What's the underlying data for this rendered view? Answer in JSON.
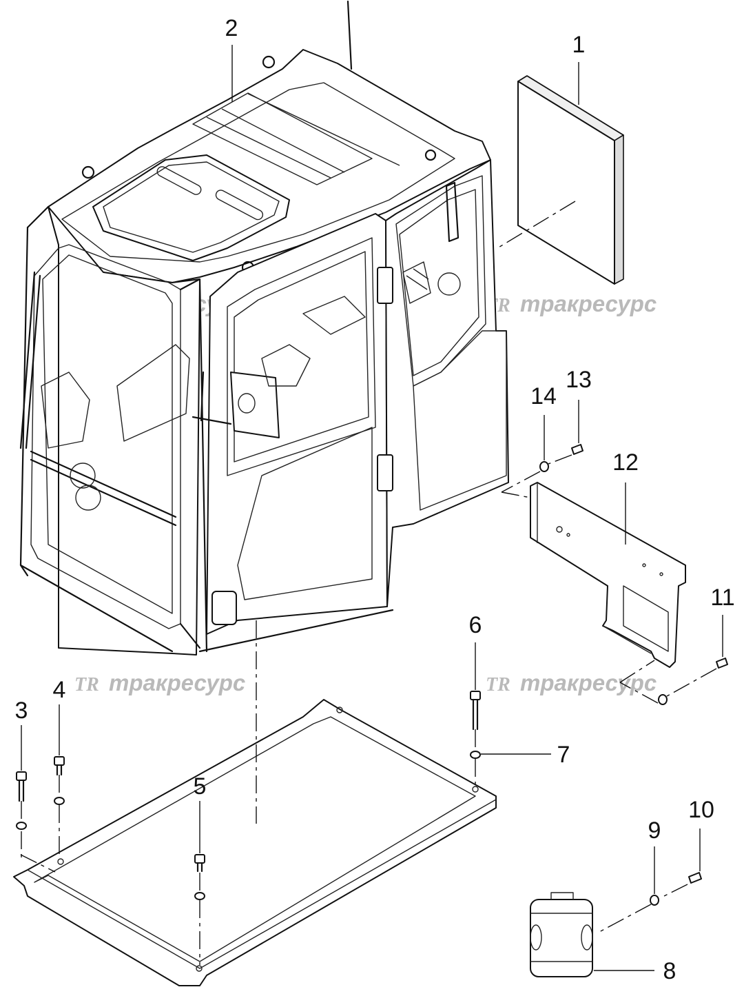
{
  "diagram": {
    "callouts": [
      {
        "id": "1",
        "label": "1"
      },
      {
        "id": "2",
        "label": "2"
      },
      {
        "id": "3",
        "label": "3"
      },
      {
        "id": "4",
        "label": "4"
      },
      {
        "id": "5",
        "label": "5"
      },
      {
        "id": "6",
        "label": "6"
      },
      {
        "id": "7",
        "label": "7"
      },
      {
        "id": "8",
        "label": "8"
      },
      {
        "id": "9",
        "label": "9"
      },
      {
        "id": "10",
        "label": "10"
      },
      {
        "id": "11",
        "label": "11"
      },
      {
        "id": "12",
        "label": "12"
      },
      {
        "id": "13",
        "label": "13"
      },
      {
        "id": "14",
        "label": "14"
      }
    ],
    "watermark": {
      "logo": "TR",
      "text": "тракресурс",
      "color": "#b9b9b9"
    }
  }
}
